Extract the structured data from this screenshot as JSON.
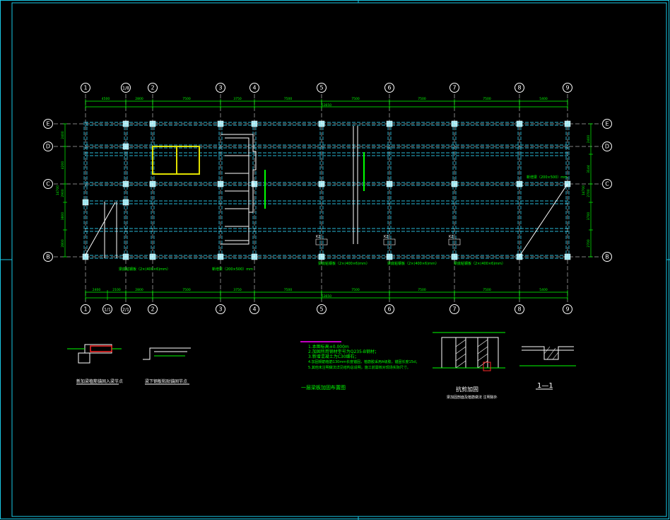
{
  "colors": {
    "background": "#000000",
    "frame": "#19c8e6",
    "axis_line": "#ffffff",
    "dimension": "#00ff00",
    "beam": "#27b7d6",
    "column": "#9ee6f0",
    "highlight_beam": "#e0e000",
    "accent_red": "#ff2a2a",
    "accent_magenta": "#ff00ff",
    "hatch": "#ffffff"
  },
  "grid": {
    "top_axes": [
      "1",
      "1/8",
      "2",
      "3",
      "4",
      "5",
      "6",
      "7",
      "8",
      "9"
    ],
    "bottom_axes": [
      "1",
      "1/1",
      "2/1",
      "2",
      "3",
      "4",
      "5",
      "6",
      "7",
      "8",
      "9"
    ],
    "rows": [
      "E",
      "D",
      "C",
      "B"
    ]
  },
  "dimensions": {
    "top_spans": [
      "4500",
      "2800",
      "7500",
      "3750",
      "7500",
      "7500",
      "7500",
      "7500",
      "5400"
    ],
    "top_total": "53650",
    "bottom_spans": [
      "2400",
      "2100",
      "2800",
      "7500",
      "3750",
      "7500",
      "7500",
      "7500",
      "7500",
      "5400"
    ],
    "bottom_total": "53650",
    "left_spans": [
      "2400",
      "4200",
      "2900",
      "3800",
      "2800"
    ],
    "left_total": "14700",
    "right_spans": [
      "2400",
      "3144",
      "2700",
      "3700",
      "2700"
    ],
    "right_total": "14700"
  },
  "notes": [
    "1.本图标高±0.000m",
    "2.加固所用钢材型号为Q235-B钢材；",
    "3.新增混凝土为C30细石；",
    "4.加固钢筋植筋130mm长度锚固，植筋胶采用A级胶，锚固长度15d；",
    "5.其他未注明做法详见结构总说明，施工前需核对现场实际尺寸。"
  ],
  "captions": {
    "plan_title": "一层梁板加固布置图",
    "detail_1": "新加梁植筋锚固入梁节点",
    "detail_2": "梁下钢板粘贴锚固节点",
    "detail_3": "抗剪加固",
    "detail_3_sub": "梁加固剖面及植筋做法 注明除外",
    "section": "1—1"
  },
  "labels": {
    "column_tag": "KZ",
    "beam_note_1": "梁底粘钢板（2×(400×6)mm）",
    "beam_note_2": "新增梁（200×500）mm"
  }
}
